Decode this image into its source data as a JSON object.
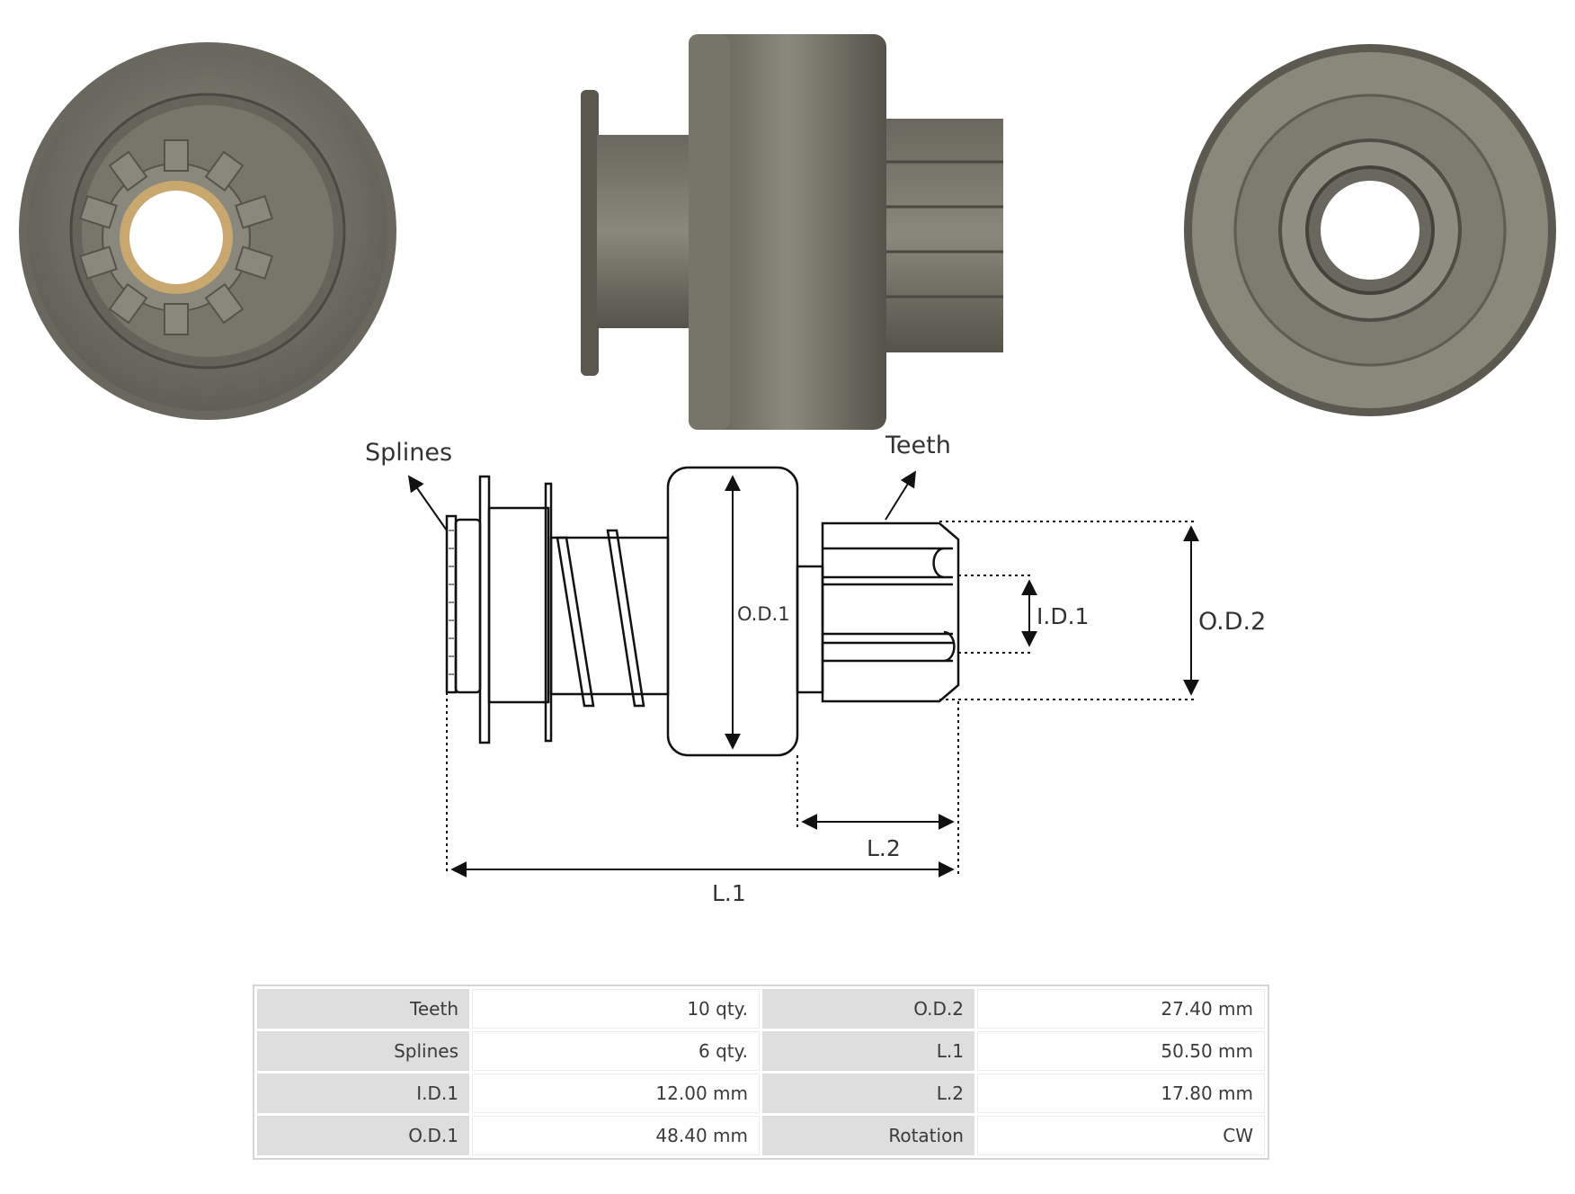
{
  "labels": {
    "splines": "Splines",
    "teeth": "Teeth",
    "od1": "O.D.1",
    "od2": "O.D.2",
    "id1": "I.D.1",
    "l1": "L.1",
    "l2": "L.2"
  },
  "specs": [
    {
      "k1": "Teeth",
      "v1": "10 qty.",
      "k2": "O.D.2",
      "v2": "27.40 mm"
    },
    {
      "k1": "Splines",
      "v1": "6 qty.",
      "k2": "L.1",
      "v2": "50.50 mm"
    },
    {
      "k1": "I.D.1",
      "v1": "12.00 mm",
      "k2": "L.2",
      "v2": "17.80 mm"
    },
    {
      "k1": "O.D.1",
      "v1": "48.40 mm",
      "k2": "Rotation",
      "v2": "CW"
    }
  ],
  "colors": {
    "metal": "#7a7a6e",
    "metal_dark": "#4f4f45",
    "brass": "#c9a870"
  }
}
